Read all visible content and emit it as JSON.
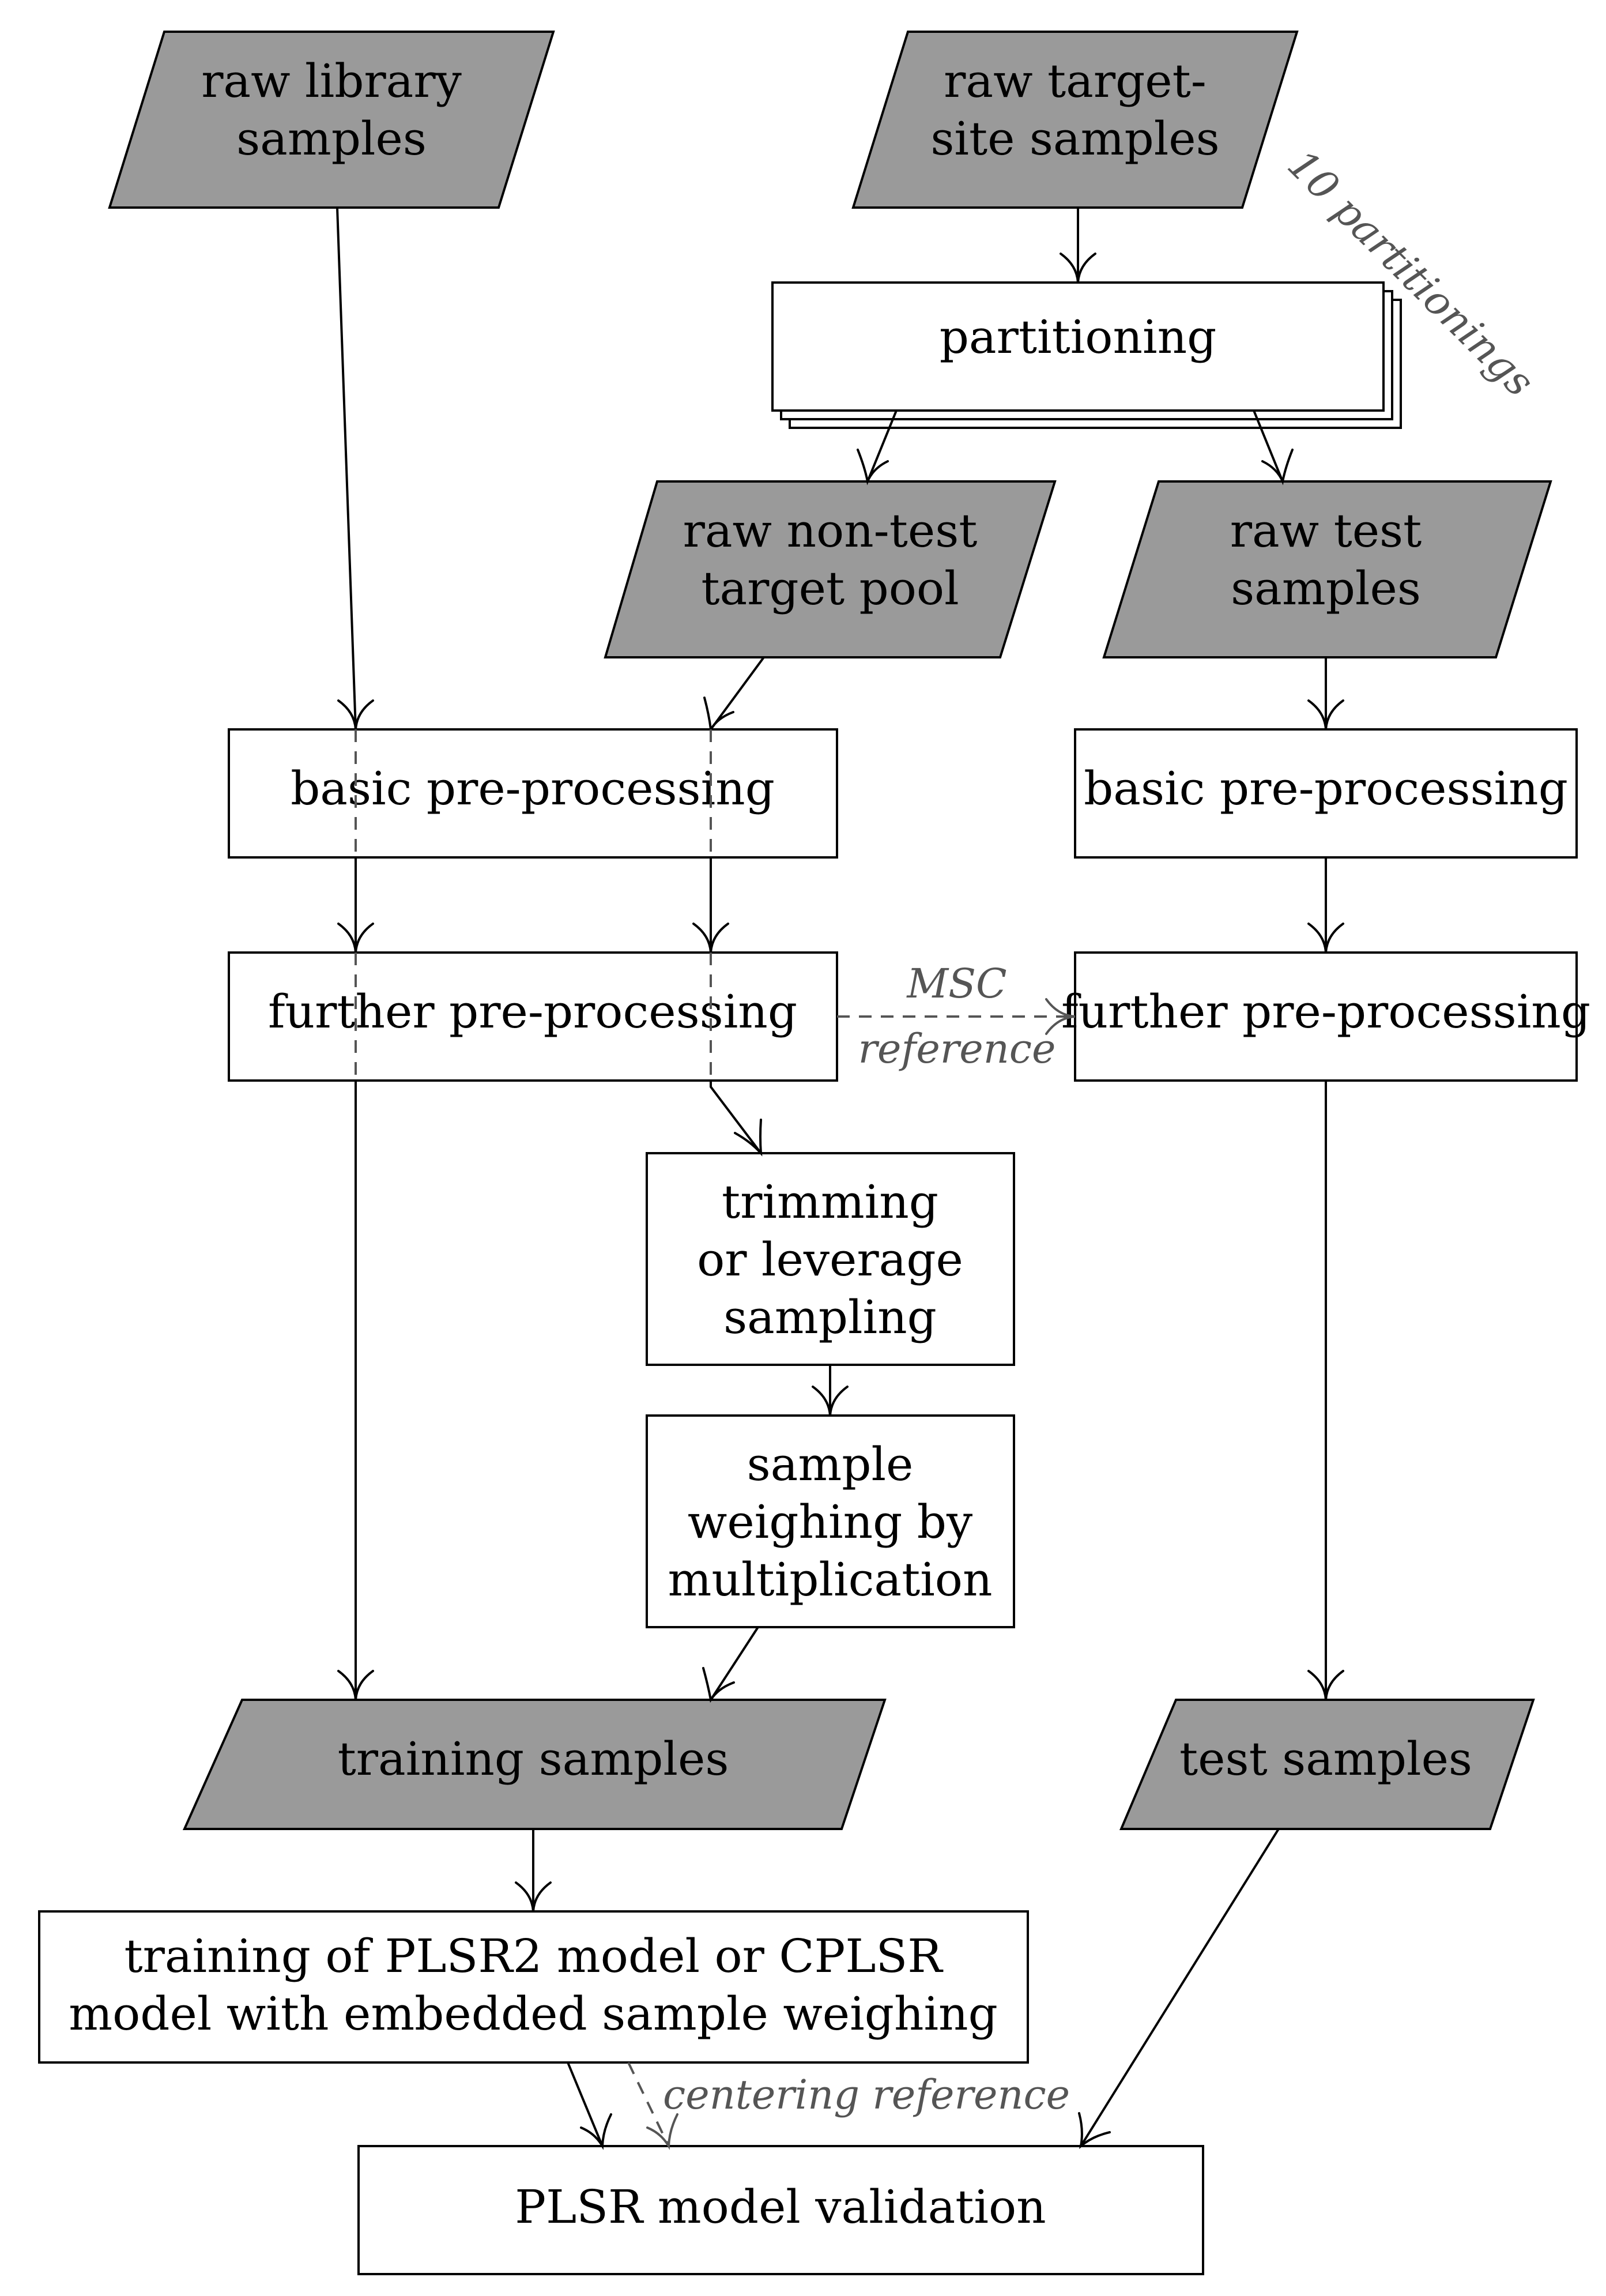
{
  "nodes": {
    "raw_library": [
      "raw library",
      "samples"
    ],
    "raw_target_site": [
      "raw target-",
      "site samples"
    ],
    "partitioning": [
      "partitioning"
    ],
    "raw_non_test": [
      "raw non-test",
      "target pool"
    ],
    "raw_test": [
      "raw test",
      "samples"
    ],
    "basic_pre_left": [
      "basic pre-processing"
    ],
    "basic_pre_right": [
      "basic pre-processing"
    ],
    "further_pre_left": [
      "further pre-processing"
    ],
    "further_pre_right": [
      "further pre-processing"
    ],
    "trimming": [
      "trimming",
      "or leverage",
      "sampling"
    ],
    "sample_weighing": [
      "sample",
      "weighing by",
      "multiplication"
    ],
    "training_samples": [
      "training samples"
    ],
    "test_samples": [
      "test samples"
    ],
    "training_model": [
      "training of PLSR2 model or CPLSR",
      "model with embedded sample weighing"
    ],
    "validation": [
      "PLSR model validation"
    ]
  },
  "annotations": {
    "partitionings": "10 partitionings",
    "msc": "MSC",
    "reference": "reference",
    "centering_reference": "centering reference"
  },
  "colors": {
    "data_node_fill": "#9a9a9a",
    "process_node_fill": "#ffffff",
    "annotation_text": "#555555"
  }
}
